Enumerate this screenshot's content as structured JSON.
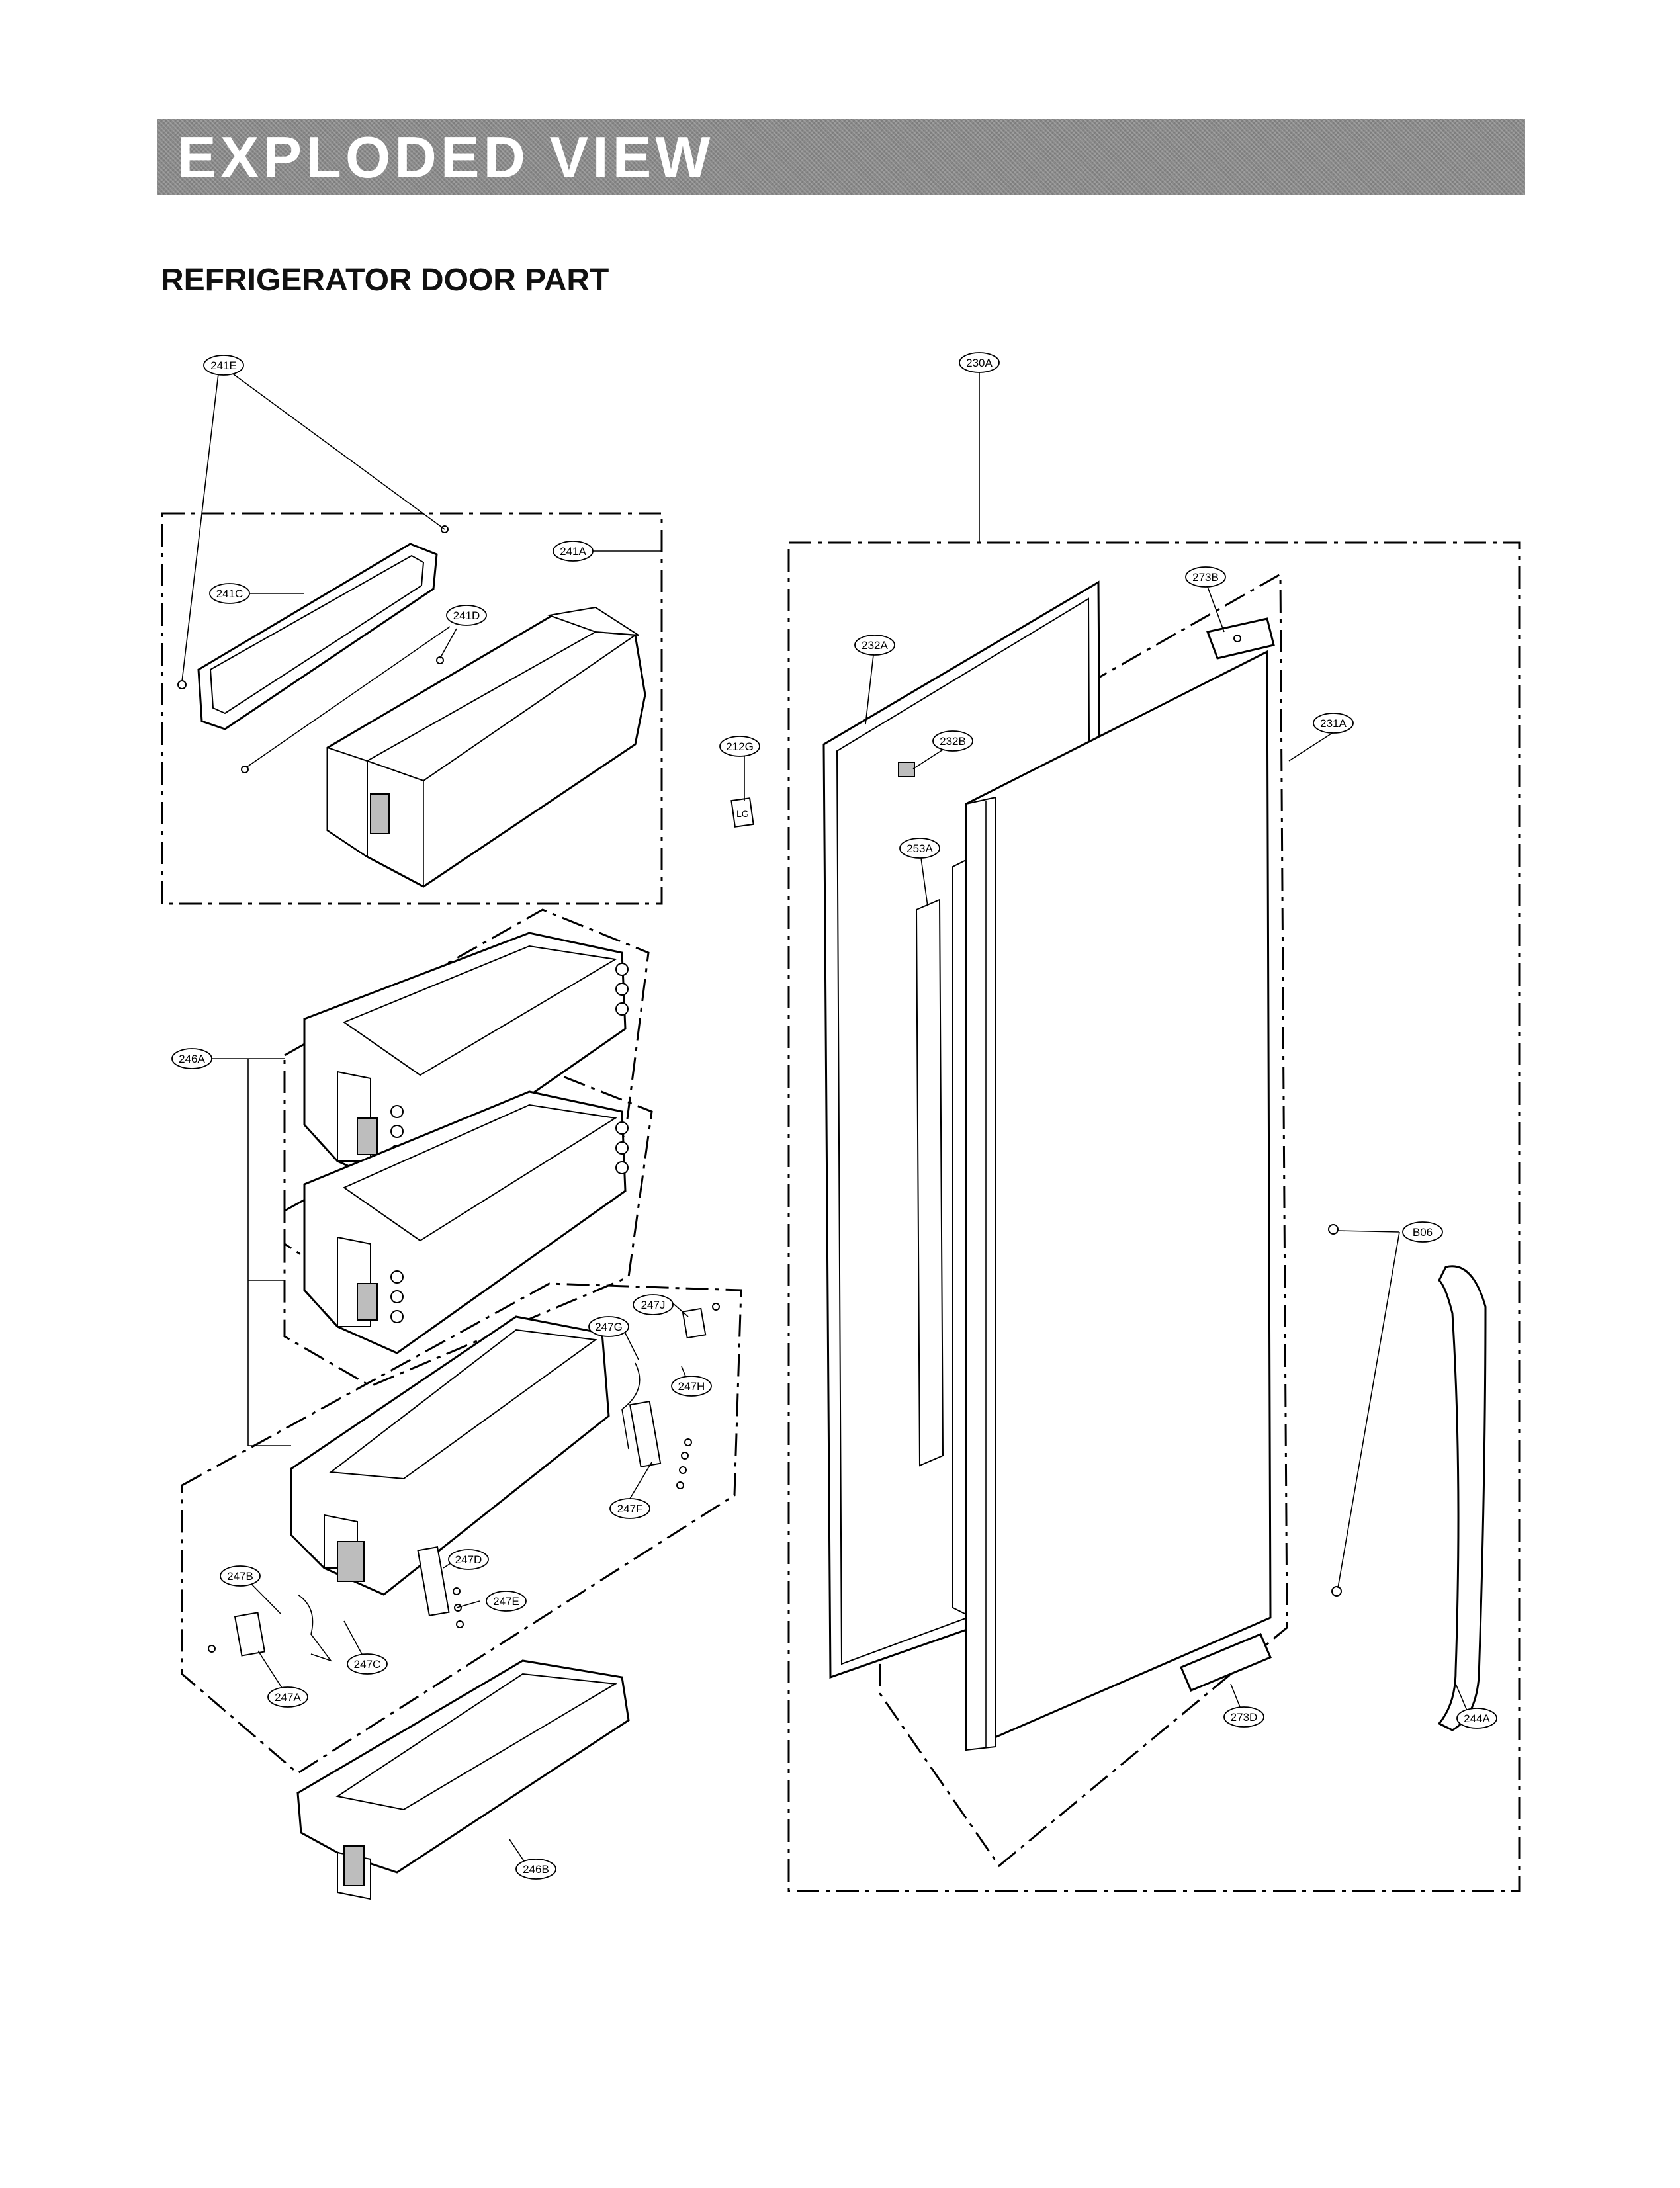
{
  "header": {
    "banner_title": "EXPLODED VIEW",
    "subtitle": "REFRIGERATOR DOOR PART"
  },
  "callouts": [
    {
      "id": "241E",
      "label": "241E"
    },
    {
      "id": "241A",
      "label": "241A"
    },
    {
      "id": "241C",
      "label": "241C"
    },
    {
      "id": "241D",
      "label": "241D"
    },
    {
      "id": "230A",
      "label": "230A"
    },
    {
      "id": "273B",
      "label": "273B"
    },
    {
      "id": "232A",
      "label": "232A"
    },
    {
      "id": "231A",
      "label": "231A"
    },
    {
      "id": "212G",
      "label": "212G"
    },
    {
      "id": "232B",
      "label": "232B"
    },
    {
      "id": "253A",
      "label": "253A"
    },
    {
      "id": "246A",
      "label": "246A"
    },
    {
      "id": "247J",
      "label": "247J"
    },
    {
      "id": "247G",
      "label": "247G"
    },
    {
      "id": "247H",
      "label": "247H"
    },
    {
      "id": "247F",
      "label": "247F"
    },
    {
      "id": "247D",
      "label": "247D"
    },
    {
      "id": "247B",
      "label": "247B"
    },
    {
      "id": "247E",
      "label": "247E"
    },
    {
      "id": "247C",
      "label": "247C"
    },
    {
      "id": "247A",
      "label": "247A"
    },
    {
      "id": "246B",
      "label": "246B"
    },
    {
      "id": "B06",
      "label": "B06"
    },
    {
      "id": "273D",
      "label": "273D"
    },
    {
      "id": "244A",
      "label": "244A"
    }
  ],
  "badges": {
    "logo_text": "LG"
  }
}
